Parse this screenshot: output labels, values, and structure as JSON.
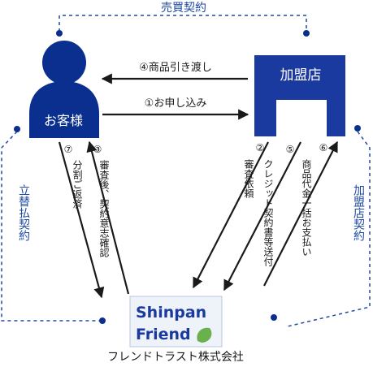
{
  "colors": {
    "dark_blue": "#0a2f8f",
    "mid_blue": "#1f49a3",
    "box_blue": "#1a3aa0",
    "arrow": "#1a1a1a"
  },
  "top_contract": "売買契約",
  "customer": {
    "label": "お客様",
    "icon": "person-icon"
  },
  "merchant": {
    "label": "加盟店",
    "icon": "store-icon"
  },
  "company": {
    "logo_line1": "Shinpan",
    "logo_line2": "Friend",
    "name": "フレンドトラスト株式会社"
  },
  "flows": {
    "delivery": "④商品引き渡し",
    "application": "①お申し込み",
    "installment": {
      "num": "⑦",
      "text": "分割ご返済"
    },
    "review": {
      "num": "③",
      "text": "審査後、契約意志確認"
    },
    "review_request": {
      "num": "②",
      "text": "審査依頼"
    },
    "credit_contract": {
      "num": "⑤",
      "text": "クレジット契約書等送付"
    },
    "lump_payment": {
      "num": "⑥",
      "text": "商品代金一括お支払い"
    }
  },
  "left_contract": "立替払契約",
  "right_contract": "加盟店契約"
}
